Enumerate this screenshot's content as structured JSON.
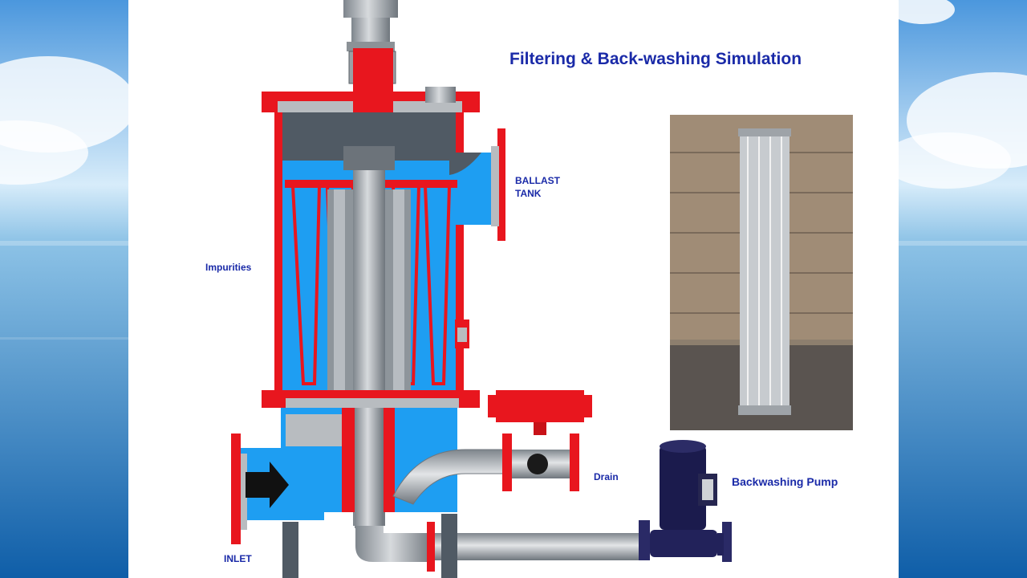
{
  "slide": {
    "title": "Filtering & Back-washing Simulation",
    "labels": {
      "ballast_line1": "BALLAST",
      "ballast_line2": "TANK",
      "impurities": "Impurities",
      "drain": "Drain",
      "backwashing_pump": "Backwashing Pump",
      "inlet": "INLET"
    }
  },
  "colors": {
    "water": "#1e9ef2",
    "flange": "#e8161e",
    "steel": "#9ea3a8",
    "dark_steel": "#505a64",
    "title_text": "#1a2aa8",
    "sky": "#7fb6e6",
    "sea": "#1c6fb8"
  },
  "icons": [
    "flow-arrow-icon",
    "valve-icon",
    "pump-icon",
    "filter-element-photo"
  ]
}
